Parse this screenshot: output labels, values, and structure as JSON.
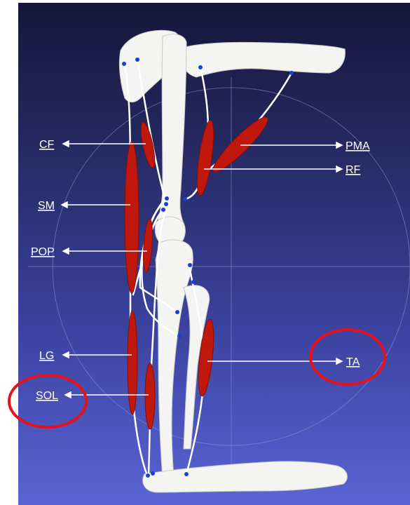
{
  "muscles": [
    {
      "abbr": "CF"
    },
    {
      "abbr": "SM"
    },
    {
      "abbr": "POP"
    },
    {
      "abbr": "LG"
    },
    {
      "abbr": "SOL"
    },
    {
      "abbr": "PMA"
    },
    {
      "abbr": "RF"
    },
    {
      "abbr": "TA"
    }
  ],
  "highlighted": [
    "SOL",
    "TA"
  ],
  "colors": {
    "muscle": "#c0180c",
    "bone": "#f4f4f2",
    "tendon": "#ffffff",
    "attachment_point": "#1a3fd6",
    "highlight_ring": "#e8101a",
    "background_top": "#16163a",
    "background_bottom": "#5a64d4"
  }
}
